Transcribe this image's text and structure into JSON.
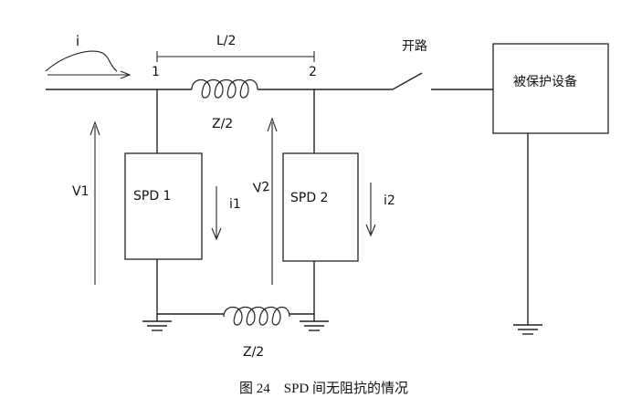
{
  "labels": {
    "current_i": "i",
    "length": "L/2",
    "node_1": "1",
    "node_2": "2",
    "open_circuit": "开路",
    "protected_equipment": "被保护设备",
    "impedance_top": "Z/2",
    "impedance_bottom": "Z/2",
    "v1": "V1",
    "v2": "V2",
    "spd1": "SPD 1",
    "spd2": "SPD 2",
    "i1": "i1",
    "i2": "i2"
  },
  "caption": "图 24    SPD 间无阻抗的情况",
  "icons": {
    "inductor": "inductor-coil-icon",
    "ground": "ground-symbol-icon",
    "switch": "open-switch-icon",
    "arrow": "arrow-icon"
  },
  "colors": {
    "line": "#222222",
    "background": "#ffffff"
  }
}
